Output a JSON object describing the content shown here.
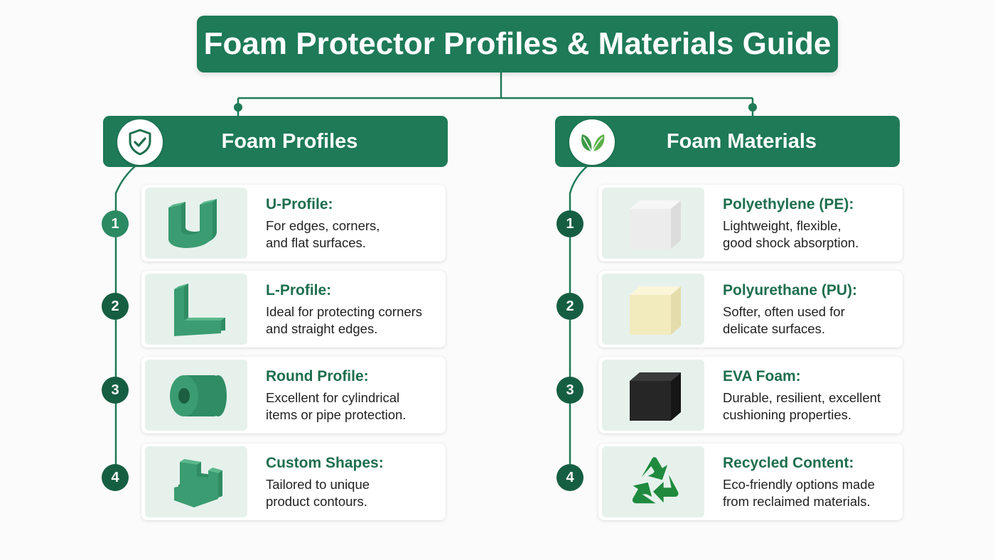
{
  "title": "Foam Protector Profiles & Materials Guide",
  "colors": {
    "primary": "#1e7a57",
    "heading_text": "#1e6e4d",
    "thumb_bg": "#e6f1ec"
  },
  "profiles": {
    "header": "Foam Profiles",
    "icon": "shield-check-icon",
    "items": [
      {
        "number": "1",
        "heading": "U-Profile:",
        "desc": "For edges, corners,\nand flat surfaces.",
        "image": "u-profile-foam-image"
      },
      {
        "number": "2",
        "heading": "L-Profile:",
        "desc": "Ideal for protecting corners\nand straight edges.",
        "image": "l-profile-foam-image"
      },
      {
        "number": "3",
        "heading": "Round Profile:",
        "desc": "Excellent for cylindrical\nitems or pipe protection.",
        "image": "round-profile-foam-image"
      },
      {
        "number": "4",
        "heading": "Custom Shapes:",
        "desc": "Tailored to unique\nproduct contours.",
        "image": "custom-shape-foam-image"
      }
    ]
  },
  "materials": {
    "header": "Foam Materials",
    "icon": "leaf-icon",
    "items": [
      {
        "number": "1",
        "heading": "Polyethylene (PE):",
        "desc": "Lightweight, flexible,\ngood shock absorption.",
        "image": "white-foam-cube-image"
      },
      {
        "number": "2",
        "heading": "Polyurethane (PU):",
        "desc": "Softer, often used for\ndelicate surfaces.",
        "image": "cream-foam-cube-image"
      },
      {
        "number": "3",
        "heading": "EVA Foam:",
        "desc": "Durable, resilient, excellent\ncushioning properties.",
        "image": "black-foam-cube-image"
      },
      {
        "number": "4",
        "heading": "Recycled Content:",
        "desc": "Eco-friendly options made\nfrom reclaimed materials.",
        "image": "recycle-icon"
      }
    ]
  }
}
